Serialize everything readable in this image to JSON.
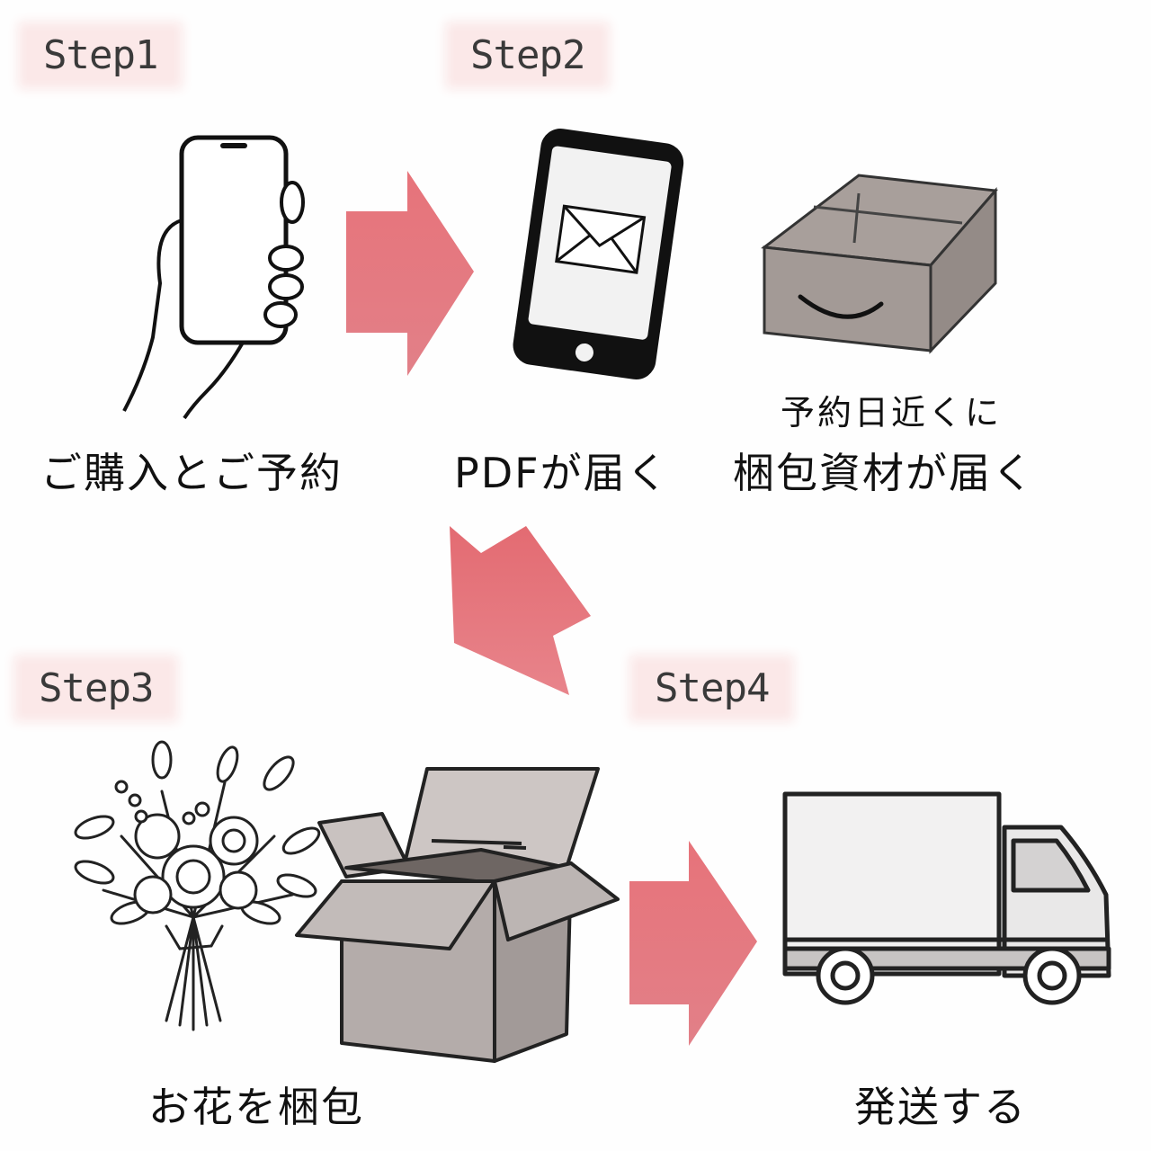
{
  "steps": {
    "step1": "Step1",
    "step2": "Step2",
    "step3": "Step3",
    "step4": "Step4"
  },
  "captions": {
    "purchase": "ご購入とご予約",
    "pdf": "PDFが届く",
    "packing_note": "予約日近くに",
    "packing_material": "梱包資材が届く",
    "pack_flowers": "お花を梱包",
    "ship": "発送する"
  },
  "colors": {
    "arrow": "#e57178",
    "step_bg": "#fbe8e8",
    "box": "#a39a96"
  },
  "icons": [
    "hand-phone-icon",
    "phone-mail-icon",
    "closed-box-icon",
    "bouquet-icon",
    "open-box-icon",
    "truck-icon"
  ]
}
